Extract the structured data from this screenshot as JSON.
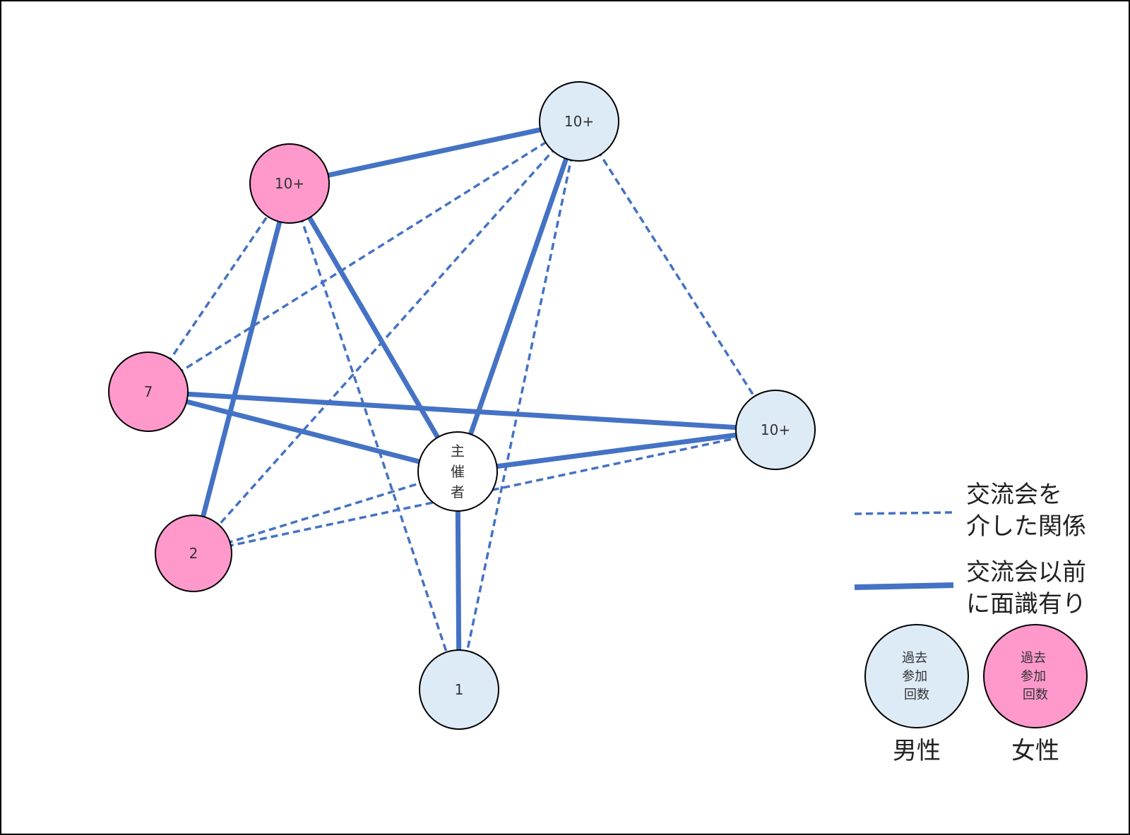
{
  "colors": {
    "edge": "#4472C4",
    "male_fill": "#DDEBF7",
    "female_fill": "#FF99CC",
    "organizer_fill": "#FFFFFF",
    "stroke": "#000000"
  },
  "nodes": [
    {
      "id": "top_right_male",
      "label": "10+",
      "gender": "male"
    },
    {
      "id": "top_left_female",
      "label": "10+",
      "gender": "female"
    },
    {
      "id": "left_female",
      "label": "7",
      "gender": "female"
    },
    {
      "id": "right_male",
      "label": "10+",
      "gender": "male"
    },
    {
      "id": "organizer",
      "label_lines": [
        "主",
        "催",
        "者"
      ],
      "gender": "organizer"
    },
    {
      "id": "bottom_left_female",
      "label": "2",
      "gender": "female"
    },
    {
      "id": "bottom_male",
      "label": "1",
      "gender": "male"
    }
  ],
  "edges": [
    {
      "from": "top_left_female",
      "to": "top_right_male",
      "type": "prior"
    },
    {
      "from": "top_left_female",
      "to": "bottom_left_female",
      "type": "prior"
    },
    {
      "from": "top_left_female",
      "to": "organizer",
      "type": "prior"
    },
    {
      "from": "top_right_male",
      "to": "organizer",
      "type": "prior"
    },
    {
      "from": "left_female",
      "to": "right_male",
      "type": "prior"
    },
    {
      "from": "left_female",
      "to": "organizer",
      "type": "prior"
    },
    {
      "from": "organizer",
      "to": "right_male",
      "type": "prior"
    },
    {
      "from": "organizer",
      "to": "bottom_male",
      "type": "prior"
    },
    {
      "from": "left_female",
      "to": "top_left_female",
      "type": "event"
    },
    {
      "from": "left_female",
      "to": "top_right_male",
      "type": "event"
    },
    {
      "from": "top_right_male",
      "to": "bottom_left_female",
      "type": "event"
    },
    {
      "from": "top_right_male",
      "to": "bottom_male",
      "type": "event"
    },
    {
      "from": "top_right_male",
      "to": "right_male",
      "type": "event"
    },
    {
      "from": "top_left_female",
      "to": "bottom_male",
      "type": "event"
    },
    {
      "from": "bottom_left_female",
      "to": "organizer",
      "type": "event"
    },
    {
      "from": "bottom_left_female",
      "to": "right_male",
      "type": "event"
    }
  ],
  "legend": {
    "event_relation": [
      "交流会を",
      "介した関係"
    ],
    "prior_acquaintance": [
      "交流会以前",
      "に面識有り"
    ],
    "node_text_lines": [
      "過去",
      "参加",
      "回数"
    ],
    "male_label": "男性",
    "female_label": "女性"
  }
}
